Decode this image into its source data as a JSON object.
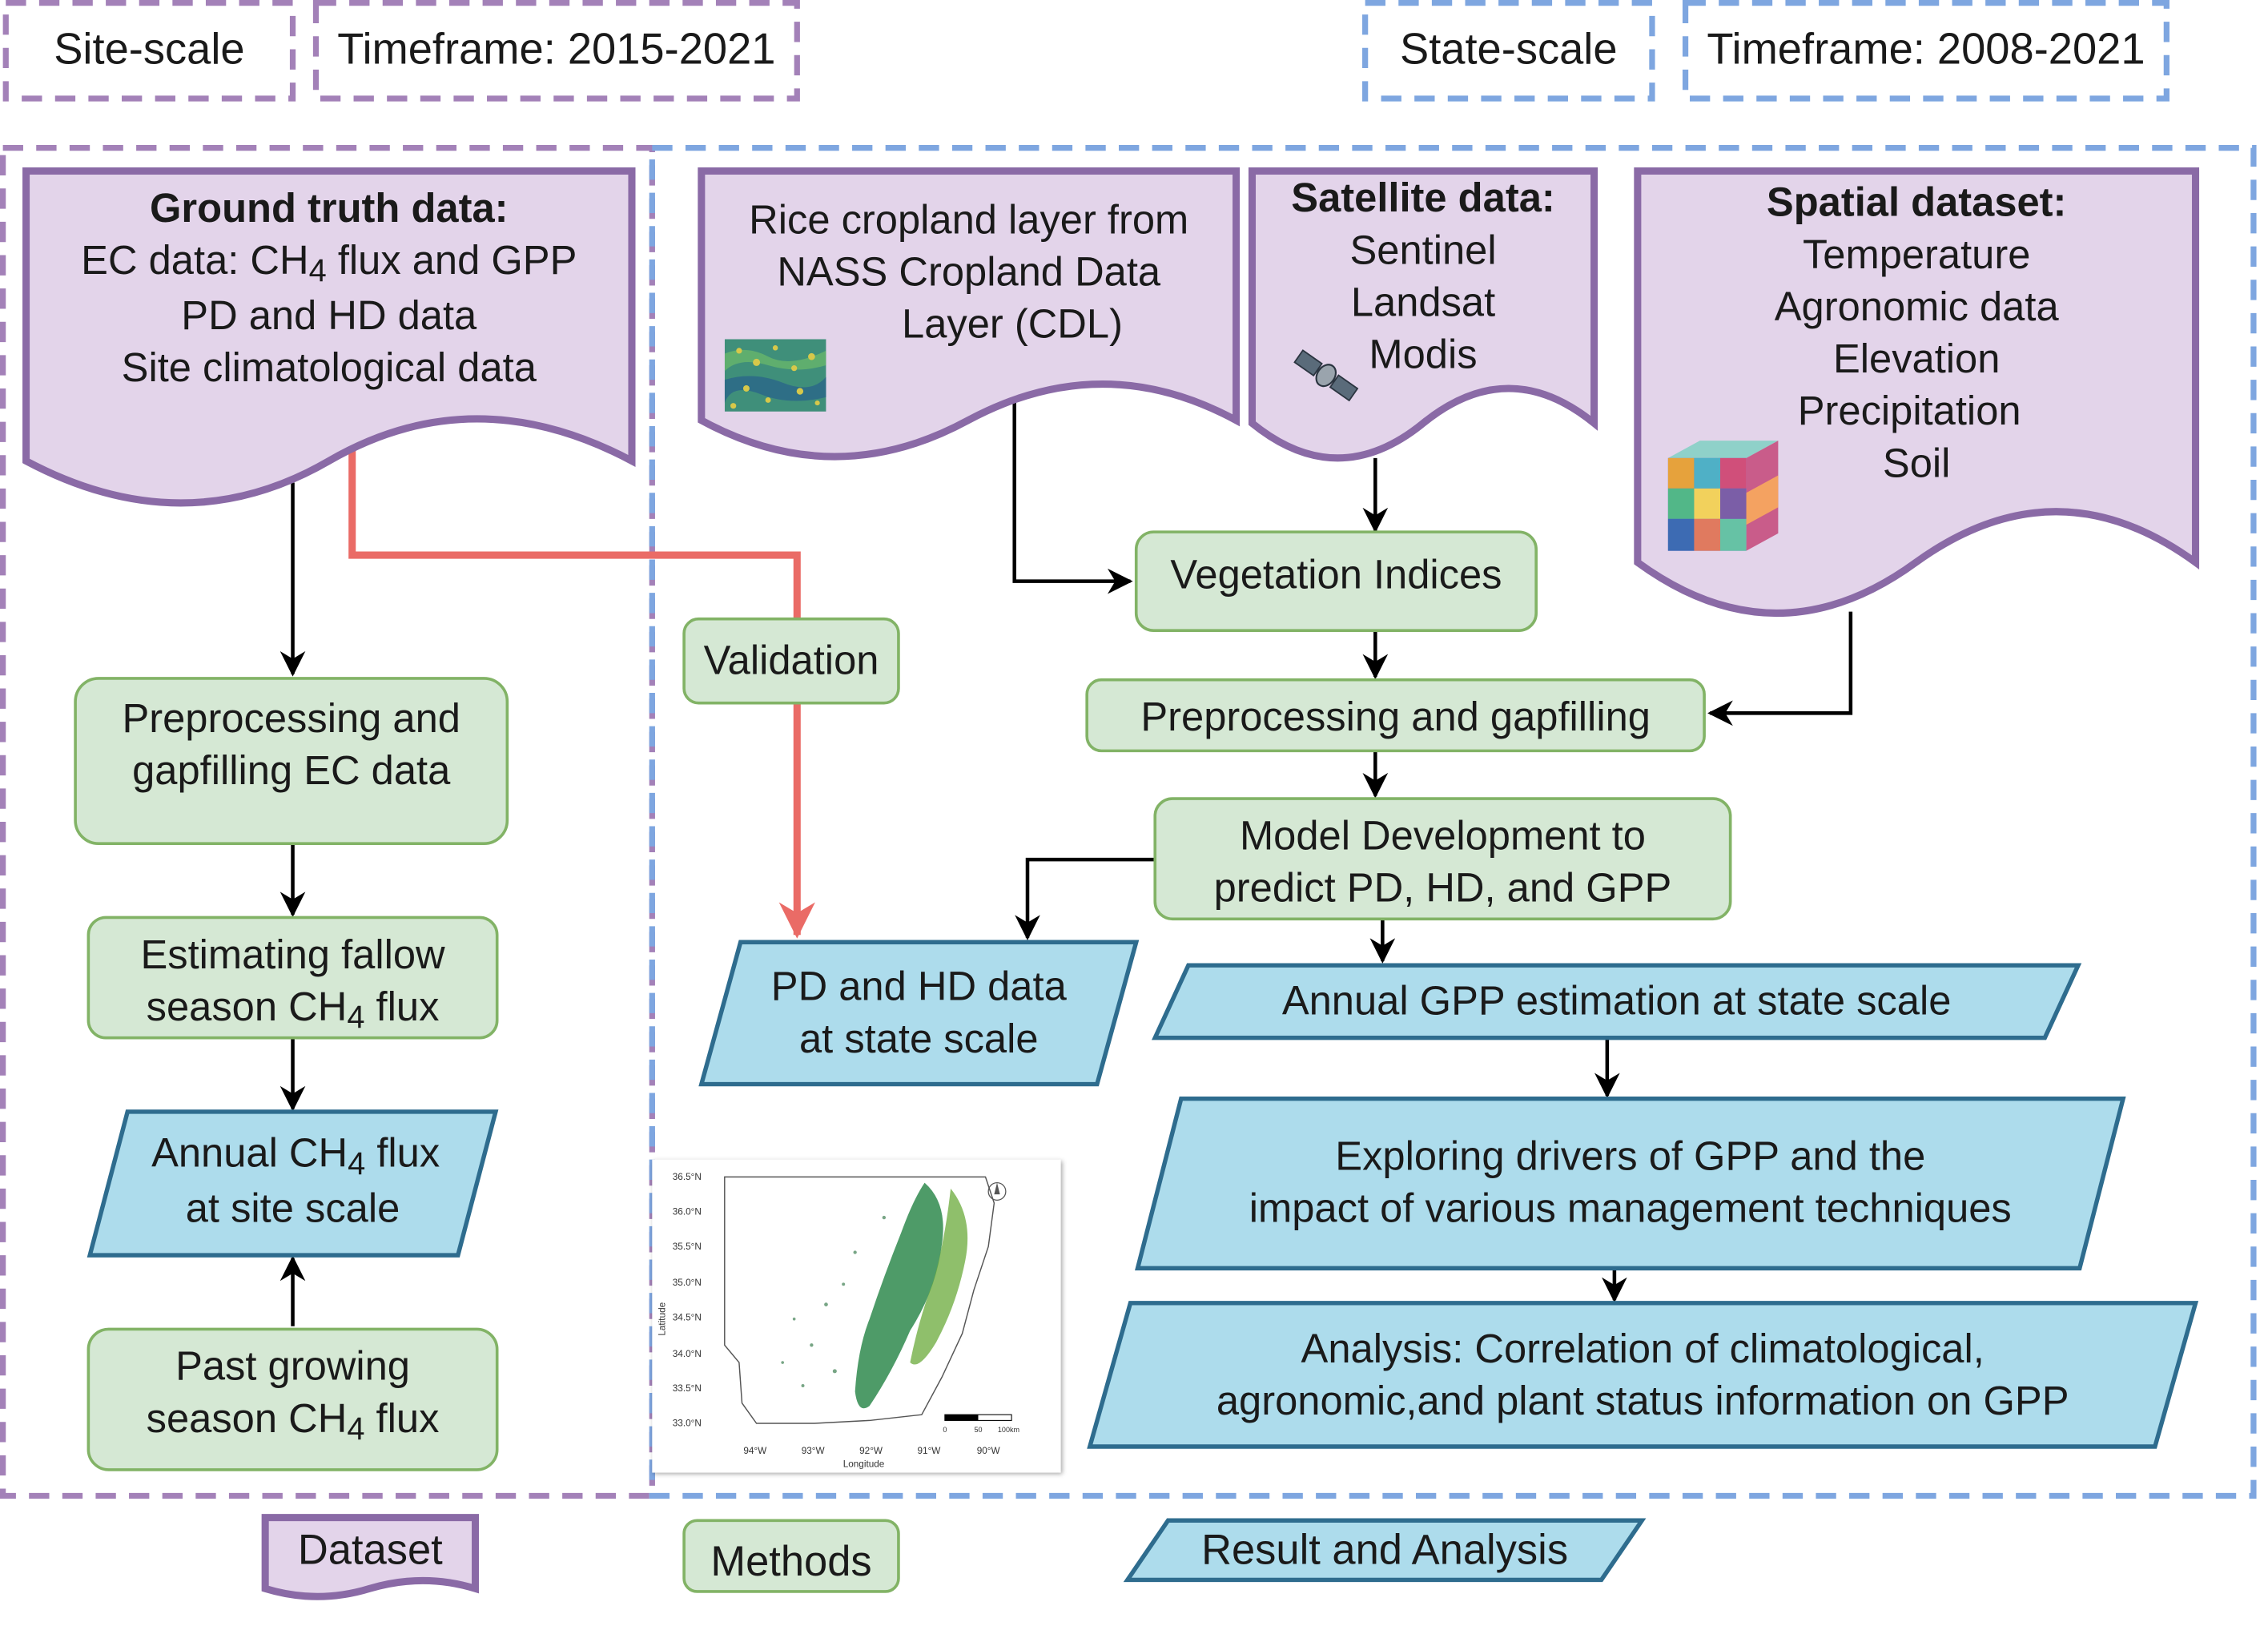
{
  "header": {
    "site_scale": "Site-scale",
    "site_timeframe": "Timeframe: 2015-2021",
    "state_scale": "State-scale",
    "state_timeframe": "Timeframe: 2008-2021"
  },
  "datasets": {
    "ground_truth": {
      "title": "Ground truth data:",
      "line1_pre": "EC data: CH",
      "line1_sub": "4",
      "line1_post": " flux and GPP",
      "line2": "PD and HD data",
      "line3": "Site climatological data"
    },
    "rice_cropland": {
      "line1": "Rice cropland layer from",
      "line2": "NASS Cropland Data",
      "line3": "Layer (CDL)"
    },
    "satellite": {
      "title": "Satellite data:",
      "items": [
        "Sentinel",
        "Landsat",
        "Modis"
      ]
    },
    "spatial": {
      "title": "Spatial dataset:",
      "items": [
        "Temperature",
        "Agronomic data",
        "Elevation",
        "Precipitation",
        "Soil"
      ]
    }
  },
  "methods": {
    "validation": "Validation",
    "vegetation_indices": "Vegetation Indices",
    "preprocessing_state": "Preprocessing and gapfilling",
    "model_dev_line1": "Model Development to",
    "model_dev_line2": "predict PD, HD, and GPP",
    "preprocessing_site_line1": "Preprocessing and",
    "preprocessing_site_line2": "gapfilling EC data",
    "fallow_line1": "Estimating fallow",
    "fallow_line2_pre": "season CH",
    "fallow_line2_sub": "4",
    "fallow_line2_post": " flux",
    "past_line1": "Past growing",
    "past_line2_pre": "season CH",
    "past_line2_sub": "4",
    "past_line2_post": " flux"
  },
  "results": {
    "annual_ch4_line1_pre": "Annual CH",
    "annual_ch4_line1_sub": "4",
    "annual_ch4_line1_post": " flux",
    "annual_ch4_line2": "at site scale",
    "pd_hd_line1": "PD and HD data",
    "pd_hd_line2": "at state scale",
    "annual_gpp": "Annual GPP estimation at state scale",
    "drivers_line1": "Exploring drivers of GPP and the",
    "drivers_line2": "impact of various management techniques",
    "analysis_line1": "Analysis: Correlation of climatological,",
    "analysis_line2": "agronomic,and plant status information on GPP"
  },
  "map": {
    "lat_ticks": [
      "36.5°N",
      "36.0°N",
      "35.5°N",
      "35.0°N",
      "34.5°N",
      "34.0°N",
      "33.5°N",
      "33.0°N"
    ],
    "lon_ticks": [
      "94°W",
      "93°W",
      "92°W",
      "91°W",
      "90°W"
    ],
    "ylabel": "Latitude",
    "xlabel": "Longitude",
    "scalebar_labels": [
      "0",
      "50",
      "100km"
    ]
  },
  "legend": {
    "dataset": "Dataset",
    "methods": "Methods",
    "result": "Result and Analysis"
  },
  "colors": {
    "dataset_fill": "#e3d4ea",
    "dataset_border": "#8a6aa6",
    "method_fill": "#d5e8d4",
    "method_border": "#82b366",
    "result_fill": "#addcec",
    "result_border": "#2e6c8e",
    "site_dash": "#a381b8",
    "state_dash": "#7ea6e0",
    "validation_arrow": "#ea6b66"
  }
}
